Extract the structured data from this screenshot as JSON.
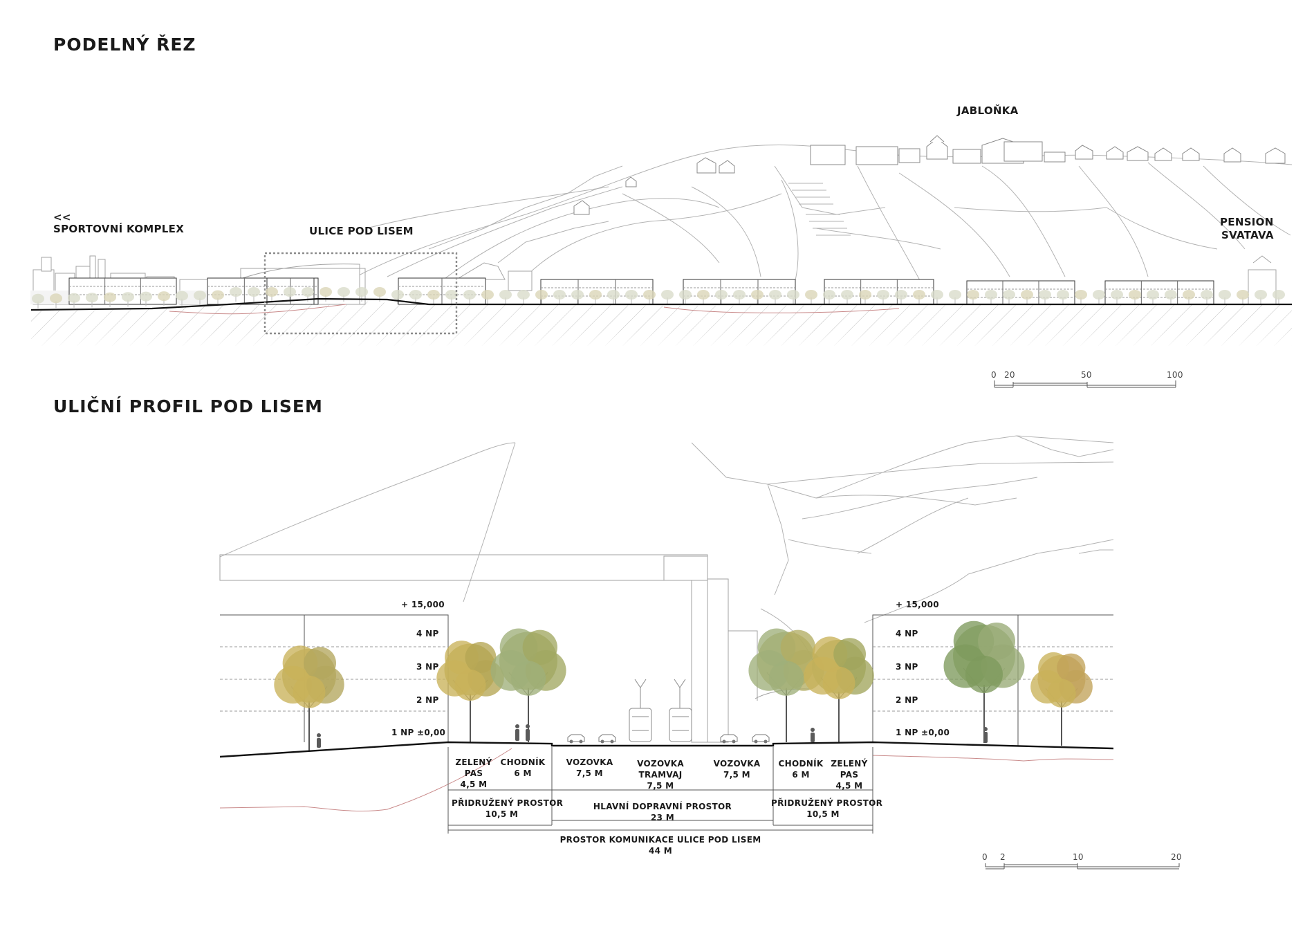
{
  "section1": {
    "title": "PODELNÝ ŘEZ",
    "labels": {
      "arrows": "<<",
      "sport": "SPORTOVNÍ KOMPLEX",
      "ulice": "ULICE POD LISEM",
      "jablonka": "JABLOŇKA",
      "pension_1": "PENSION",
      "pension_2": "SVATAVA"
    },
    "scale_ticks": [
      "0",
      "20",
      "50",
      "100"
    ]
  },
  "section2": {
    "title": "ULIČNÍ PROFIL POD LISEM",
    "levels_left": [
      "+ 15,000",
      "4 NP",
      "3 NP",
      "2 NP",
      "1 NP ±0,00"
    ],
    "levels_right": [
      "+ 15,000",
      "4 NP",
      "3 NP",
      "2 NP",
      "1 NP ±0,00"
    ],
    "zones": [
      {
        "name": "ZELENÝ\nPAS",
        "width": "4,5 M"
      },
      {
        "name": "CHODNÍK",
        "width": "6 M"
      },
      {
        "name": "VOZOVKA",
        "width": "7,5 M"
      },
      {
        "name": "VOZOVKA\nTRAMVAJ",
        "width": "7,5 M"
      },
      {
        "name": "VOZOVKA",
        "width": "7,5 M"
      },
      {
        "name": "CHODNÍK",
        "width": "6 M"
      },
      {
        "name": "ZELENÝ\nPAS",
        "width": "4,5 M"
      }
    ],
    "groups": [
      {
        "name": "PŘIDRUŽENÝ PROSTOR",
        "width": "10,5 M"
      },
      {
        "name": "HLAVNÍ DOPRAVNÍ PROSTOR",
        "width": "23 M"
      },
      {
        "name": "PŘIDRUŽENÝ PROSTOR",
        "width": "10,5 M"
      }
    ],
    "total": {
      "name": "PROSTOR KOMUNIKACE ULICE POD LISEM",
      "width": "44 M"
    },
    "scale_ticks": [
      "0",
      "2",
      "10",
      "20"
    ]
  },
  "colors": {
    "ink": "#1a1a1a",
    "line": "#9a9a9a",
    "red": "#c98a8a",
    "tree_yellow": "#c9b25a",
    "tree_green": "#9fb07a",
    "tree_deep": "#7d9a5c"
  }
}
